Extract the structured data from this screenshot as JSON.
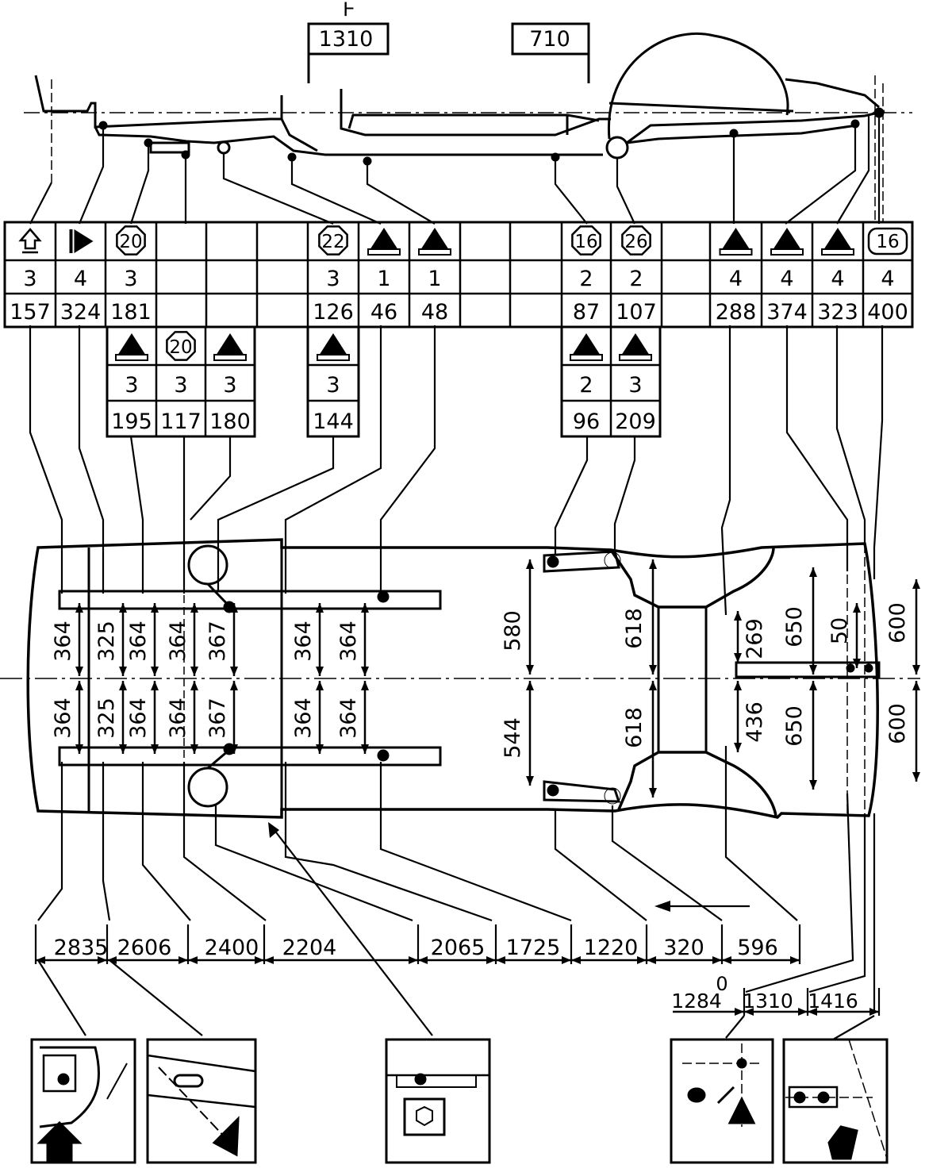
{
  "top_boxes": {
    "left": "1310",
    "right": "710",
    "mark": "Ͱ"
  },
  "table": {
    "cells": [
      {
        "icon": "arrow-up-icon",
        "qty": "3",
        "val": "157"
      },
      {
        "icon": "triangle-right-icon",
        "qty": "4",
        "val": "324"
      },
      {
        "icon": "hex-20-icon",
        "hex": "20",
        "qty": "3",
        "val": "181"
      },
      {
        "icon": "",
        "qty": "",
        "val": ""
      },
      {
        "icon": "",
        "qty": "",
        "val": ""
      },
      {
        "icon": "",
        "qty": "",
        "val": ""
      },
      {
        "icon": "hex-22-icon",
        "hex": "22",
        "qty": "3",
        "val": "126"
      },
      {
        "icon": "cone-icon",
        "qty": "1",
        "val": "46"
      },
      {
        "icon": "cone-icon",
        "qty": "1",
        "val": "48"
      },
      {
        "icon": "",
        "qty": "",
        "val": ""
      },
      {
        "icon": "",
        "qty": "",
        "val": ""
      },
      {
        "icon": "hex-16-icon",
        "hex": "16",
        "qty": "2",
        "val": "87"
      },
      {
        "icon": "hex-26-icon",
        "hex": "26",
        "qty": "2",
        "val": "107"
      },
      {
        "icon": "",
        "qty": "",
        "val": ""
      },
      {
        "icon": "cone-icon",
        "qty": "4",
        "val": "288"
      },
      {
        "icon": "cone-icon",
        "qty": "4",
        "val": "374"
      },
      {
        "icon": "cone-icon",
        "qty": "4",
        "val": "323"
      },
      {
        "icon": "rounded-16-icon",
        "hex": "16",
        "qty": "4",
        "val": "400"
      }
    ],
    "sub_left": [
      {
        "icon": "cone-icon",
        "qty": "3",
        "val": "195"
      },
      {
        "icon": "hex-20-icon",
        "hex": "20",
        "qty": "3",
        "val": "117"
      },
      {
        "icon": "cone-icon",
        "qty": "3",
        "val": "180"
      }
    ],
    "sub_mid": [
      {
        "icon": "cone-icon",
        "qty": "3",
        "val": "144"
      }
    ],
    "sub_right": [
      {
        "icon": "cone-icon",
        "qty": "2",
        "val": "96"
      },
      {
        "icon": "cone-icon",
        "qty": "3",
        "val": "209"
      }
    ]
  },
  "plan_dims": {
    "upper": [
      "364",
      "325",
      "364",
      "364",
      "367",
      "364",
      "364"
    ],
    "lower": [
      "364",
      "325",
      "364",
      "364",
      "367",
      "364",
      "364"
    ],
    "d580": "580",
    "d544": "544",
    "d618a": "618",
    "d618b": "618",
    "d269": "269",
    "d650a": "650",
    "d50": "50",
    "d600a": "600",
    "d436": "436",
    "d650b": "650",
    "d600b": "600"
  },
  "baseline": [
    "2835",
    "2606",
    "2400",
    "2204",
    "2065",
    "1725",
    "1220",
    "320",
    "596"
  ],
  "zero": "0",
  "sub_baseline": [
    "1284",
    "1310",
    "1416"
  ]
}
